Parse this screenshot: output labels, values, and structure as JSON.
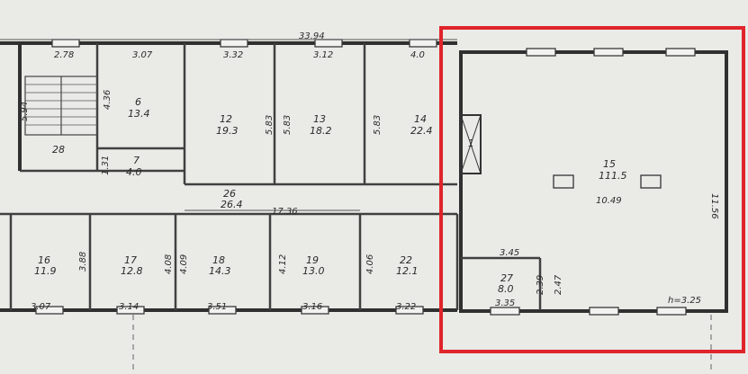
{
  "highlight_color": "#e0242b",
  "labels": {
    "overall_width": "33.94",
    "corridor_length": "17.36",
    "hall_side": "11.56",
    "hall_height": "10.49",
    "ceiling_height": "h=3.25",
    "stair_mark": "5.94"
  },
  "rooms": [
    {
      "id": "6",
      "area": "13.4"
    },
    {
      "id": "7",
      "area": "4.0"
    },
    {
      "id": "12",
      "area": "19.3"
    },
    {
      "id": "13",
      "area": "18.2"
    },
    {
      "id": "14",
      "area": "22.4"
    },
    {
      "id": "15",
      "area": "111.5"
    },
    {
      "id": "16",
      "area": "11.9"
    },
    {
      "id": "17",
      "area": "12.8"
    },
    {
      "id": "18",
      "area": "14.3"
    },
    {
      "id": "19",
      "area": "13.0"
    },
    {
      "id": "22",
      "area": "12.1"
    },
    {
      "id": "26",
      "area": "26.4"
    },
    {
      "id": "27",
      "area": "8.0"
    },
    {
      "id": "28",
      "area": ""
    }
  ],
  "top_dims": [
    "2.78",
    "3.07",
    "3.32",
    "3.12",
    "4.0"
  ],
  "bottom_dims": [
    "3.07",
    "3.14",
    "3.51",
    "3.16",
    "3.22",
    "3.35"
  ],
  "vertical_dims": [
    "4.36",
    "5.83",
    "5.83",
    "5.83",
    "1.31",
    "3.88",
    "4.08",
    "4.09",
    "4.12",
    "4.06",
    "2.39",
    "2.47"
  ],
  "small_room_dim": "3.45",
  "door_mark": "1"
}
